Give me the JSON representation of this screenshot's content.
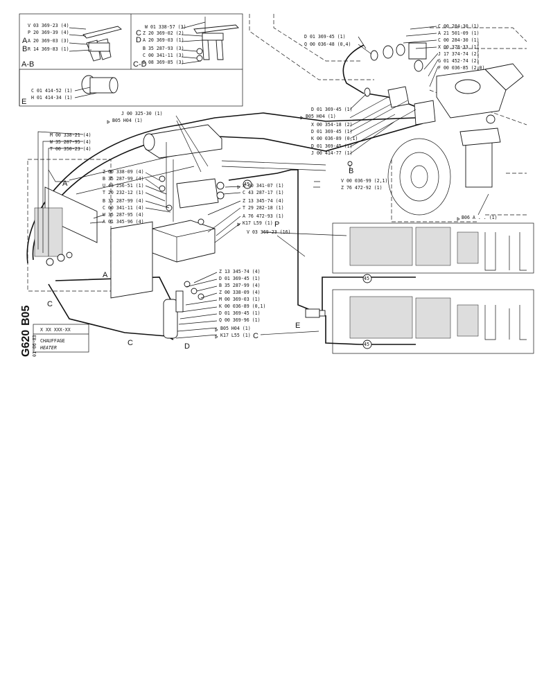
{
  "sheet_code": [
    "B05",
    "G620"
  ],
  "date": "01-06-83",
  "title_block": {
    "part_ref": "X XX XXX-XX",
    "title_fr": "CHAUFFAGE",
    "title_en": "HEATER"
  },
  "inset_ab": {
    "section": "A-B",
    "labels": [
      {
        "prefix": "",
        "text": "V 03 369-23 (4)"
      },
      {
        "prefix": "",
        "text": "P 20 369-39 (4)"
      },
      {
        "prefix": "A",
        "text": "A 20 369-03 (3)"
      },
      {
        "prefix": "B",
        "text": "R 14 369-83 (1)"
      }
    ]
  },
  "inset_cd": {
    "section": "C-D",
    "labels": [
      {
        "prefix": "",
        "text": "W 01 338-57 (3)"
      },
      {
        "prefix": "C",
        "text": "Z 20 369-02 (2)"
      },
      {
        "prefix": "D",
        "text": "A 20 369-03 (1)"
      },
      {
        "prefix": "",
        "text": "B 35 287-93 (3)"
      },
      {
        "prefix": "",
        "text": "C 00 341-11 (3)"
      },
      {
        "prefix": "",
        "text": "D 08 369-85 (3)"
      }
    ]
  },
  "inset_e": {
    "section": "E",
    "labels": [
      {
        "prefix": "",
        "text": "C 01 414-52 (1)"
      },
      {
        "prefix": "",
        "text": "H 01 414-34 (1)"
      }
    ]
  },
  "labels_top_right": [
    "C 00 284-30 (1)",
    "A 21 501-09 (1)",
    "C 00 284-30 (1)",
    "X 00 378-33 (1)",
    "J 17 374-74 (2)",
    "G 01 452-74 (2)",
    "F 00 036-85 (2,0)"
  ],
  "labels_top_right_left": [
    "D 01 369-45 (1)",
    "Q 00 036-48 (0,4)"
  ],
  "labels_mid_right": [
    "D 01 369-45 (1)",
    "B05 H04 (1)",
    "X 00 354-18 (2)",
    "D 01 369-45 (1)",
    "K 00 036-89 (0,1)",
    "D 01 369-45 (1)",
    "J 00 414-77 (1)"
  ],
  "labels_top_center": [
    "J 00 325-30 (1)",
    "B05 H04 (1)"
  ],
  "labels_left": [
    "M 00 338-21 (4)",
    "W 35 287-95 (4)",
    "T 00 350-23 (4)"
  ],
  "labels_center_col": [
    "Z 00 338-09 (4)",
    "B 35 287-99 (4)",
    "U 43 256-51 (1)",
    "T 20 232-12 (1)",
    "B 35 287-99 (4)",
    "C 00 341-11 (4)",
    "W 35 287-95 (4)",
    "A 01 345-96 (4)"
  ],
  "labels_center_right": [
    "X 00 341-07 (1)",
    "C 43 287-17 (1)",
    "Z 13 345-74 (4)",
    "T 29 282-18 (1)",
    "A 76 472-93 (1)",
    "K17 L59 (1)",
    "V 03 369-23 (16)"
  ],
  "labels_bottom_center": [
    "Z 13 345-74 (4)",
    "D 01 369-45 (1)",
    "B 35 287-99 (4)",
    "Z 00 338-09 (4)",
    "M 00 369-03 (1)",
    "K 00 036-89 (0,1)",
    "D 01 369-45 (1)",
    "Q 00 369-96 (1)",
    "B05 H04 (1)",
    "K17 L55 (1)"
  ],
  "labels_pipe": [
    "V 00 036-99 (2,1)",
    "Z 76 472-92 (1)"
  ],
  "label_b06": "B06 A . . (1)",
  "callouts": [
    "A",
    "B",
    "C",
    "D",
    "E",
    "P",
    "45"
  ]
}
